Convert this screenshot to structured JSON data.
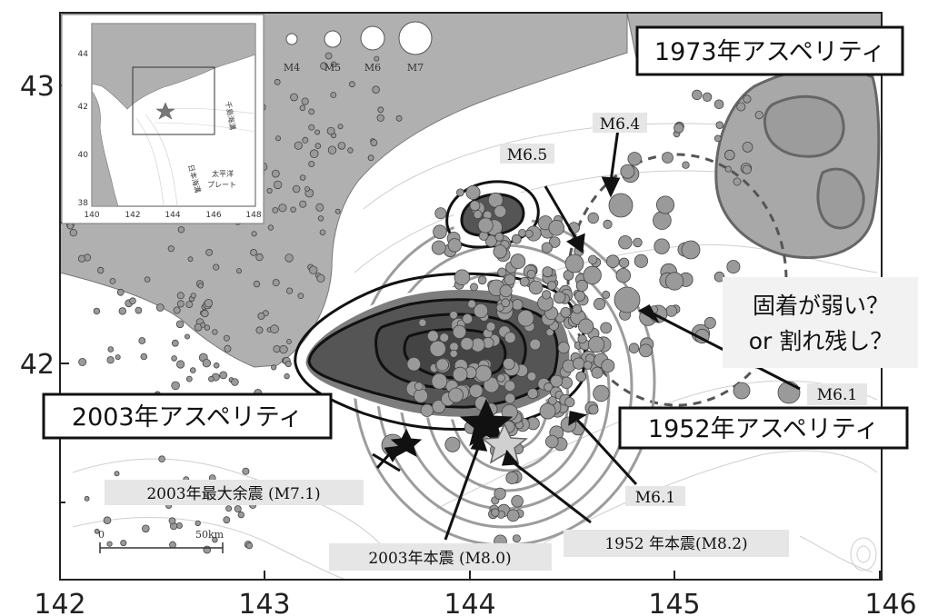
{
  "map": {
    "lon_ticks": [
      "142",
      "143",
      "144",
      "145",
      "146"
    ],
    "lat_ticks": [
      "43",
      "42"
    ],
    "colors": {
      "land": "#b0b0b0",
      "sea": "#ffffff",
      "asperity_fill": "#555555",
      "event_fill": "#9a9a9a",
      "contour_gray": "#9c9c9c"
    },
    "asperity_labels": {
      "a1973": "1973年アスペリティ",
      "a2003": "2003年アスペリティ",
      "a1952": "1952年アスペリティ"
    },
    "question": {
      "line1": "固着が弱い？",
      "line2": "or 割れ残し？"
    },
    "event_labels": {
      "m64": "M6.4",
      "m65": "M6.5",
      "m61_east": "M6.1",
      "m61_south": "M6.1",
      "aftershock": "2003年最大余震 (M7.1)",
      "main2003": "2003年本震 (M8.0)",
      "main1952": "1952 年本震(M8.2)"
    },
    "magnitude_legend": [
      "M4",
      "M5",
      "M6",
      "M7"
    ],
    "scale_bar": {
      "start": "0",
      "end": "50km"
    },
    "inset": {
      "lat_ticks": [
        "44",
        "42",
        "40",
        "38"
      ],
      "lon_ticks": [
        "140",
        "142",
        "144",
        "146",
        "148"
      ],
      "labels": {
        "trench_kuril": "千島海溝",
        "trench_japan": "日本海溝",
        "pacific1": "太平洋",
        "pacific2": "プレート"
      }
    }
  }
}
